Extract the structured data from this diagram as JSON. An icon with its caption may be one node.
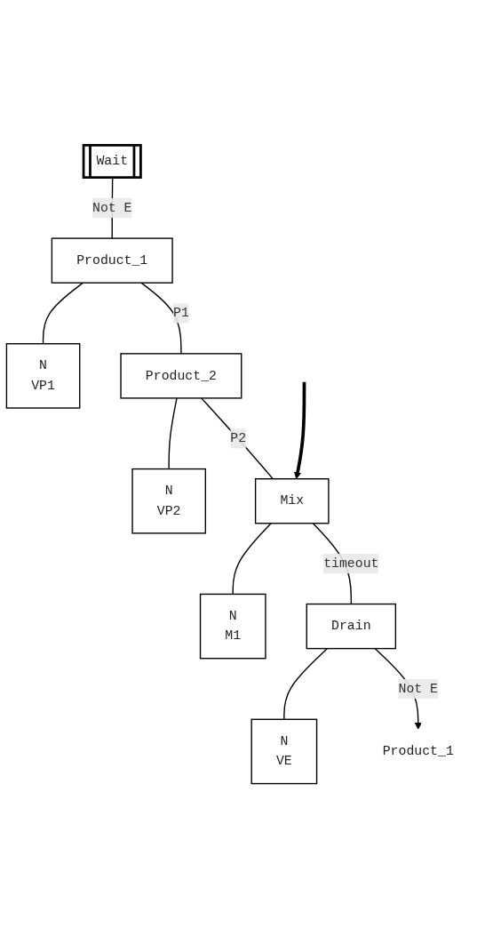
{
  "diagram": {
    "nodes": [
      {
        "text": [
          "Wait"
        ]
      },
      {
        "text": [
          "Product_1"
        ]
      },
      {
        "text": [
          "N",
          "VP1"
        ]
      },
      {
        "text": [
          "Product_2"
        ]
      },
      {
        "text": [
          "N",
          "VP2"
        ]
      },
      {
        "text": [
          "Mix"
        ]
      },
      {
        "text": [
          "N",
          "M1"
        ]
      },
      {
        "text": [
          "Drain"
        ]
      },
      {
        "text": [
          "N",
          "VE"
        ]
      },
      {
        "text": [
          "Product_1"
        ]
      }
    ],
    "edges": [
      {
        "from": 0,
        "to": 1,
        "arrow": "none",
        "label": "Not E"
      },
      {
        "from": 1,
        "to": 2,
        "arrow": "none"
      },
      {
        "from": 1,
        "to": 3,
        "arrow": "none",
        "label": "P1"
      },
      {
        "from": 3,
        "to": 4,
        "arrow": "none"
      },
      {
        "from": 3,
        "to": 5,
        "arrow": "none",
        "label": "P2"
      },
      {
        "from": null,
        "to": 5,
        "arrow": "to",
        "style": "thick"
      },
      {
        "from": 5,
        "to": 6,
        "arrow": "none"
      },
      {
        "from": 5,
        "to": 7,
        "arrow": "none",
        "label": "timeout"
      },
      {
        "from": 7,
        "to": 8,
        "arrow": "none"
      },
      {
        "from": 7,
        "to": 9,
        "arrow": "to",
        "label": "Not E"
      }
    ]
  }
}
